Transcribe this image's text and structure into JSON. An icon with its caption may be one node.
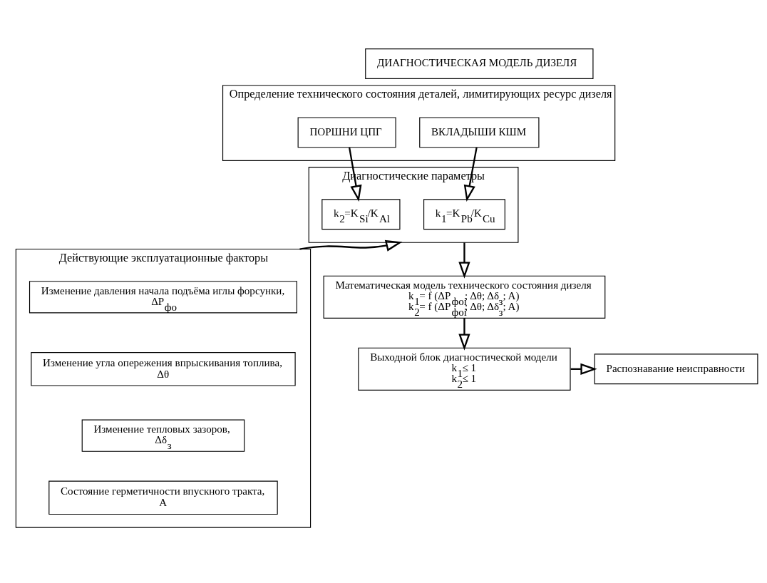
{
  "diagram": {
    "nodes": [
      {
        "text": [
          "ДИАГНОСТИЧЕСКАЯ МОДЕЛЬ ДИЗЕЛЯ"
        ]
      },
      {
        "text": [
          "Определение технического состояния деталей, лимитирующих ресурс дизеля"
        ]
      },
      {
        "text": [
          "ВКЛАДЫШИ КШМ"
        ],
        "in": 1
      },
      {
        "text": [
          "ПОРШНИ ЦПГ"
        ],
        "in": 1
      },
      {
        "text": [
          "Диагностические параметры"
        ]
      },
      {
        "text": [
          "k$_{1}$=K$_{Pb}$/K$_{Cu}$"
        ],
        "in": 4
      },
      {
        "text": [
          "k$_{2}$=K$_{Si}$/K$_{Al}$"
        ],
        "in": 4
      },
      {
        "text": [
          "Действующие эксплуатационные факторы"
        ]
      },
      {
        "text": [
          "Изменение давления начала подъёма иглы форсунки,",
          "ΔP$_{фо}$"
        ],
        "in": 7
      },
      {
        "text": [
          "Изменение угла опережения впрыскивания топлива,",
          "Δθ"
        ],
        "in": 7
      },
      {
        "text": [
          "Изменение тепловых зазоров,",
          "Δδ$_{з}$"
        ],
        "in": 7
      },
      {
        "text": [
          "Состояние герметичности впускного тракта,",
          "A"
        ],
        "in": 7
      },
      {
        "text": [
          "Математическая модель технического состояния дизеля",
          "k$_{1}$= f (ΔP$_{фоi}$; Δθ; Δδ$_{з}$; A)",
          "k$_{2}$= f (ΔP$_{фоi}$; Δθ; Δδ$_{з}$; A)"
        ]
      },
      {
        "text": [
          "Выходной блок диагностической модели",
          "k$_{1}$≤ 1",
          "k$_{2}$≤ 1"
        ]
      },
      {
        "text": [
          "Распознавание неисправности"
        ]
      }
    ],
    "edges": [
      {
        "from": 2,
        "to": 5,
        "arrow": "to"
      },
      {
        "from": 3,
        "to": 6,
        "arrow": "to"
      },
      {
        "from": 7,
        "to": 4,
        "arrow": "to"
      },
      {
        "from": 4,
        "to": 12,
        "arrow": "to"
      },
      {
        "from": 12,
        "to": 13,
        "arrow": "to"
      },
      {
        "from": 13,
        "to": 14,
        "arrow": "to"
      }
    ]
  }
}
